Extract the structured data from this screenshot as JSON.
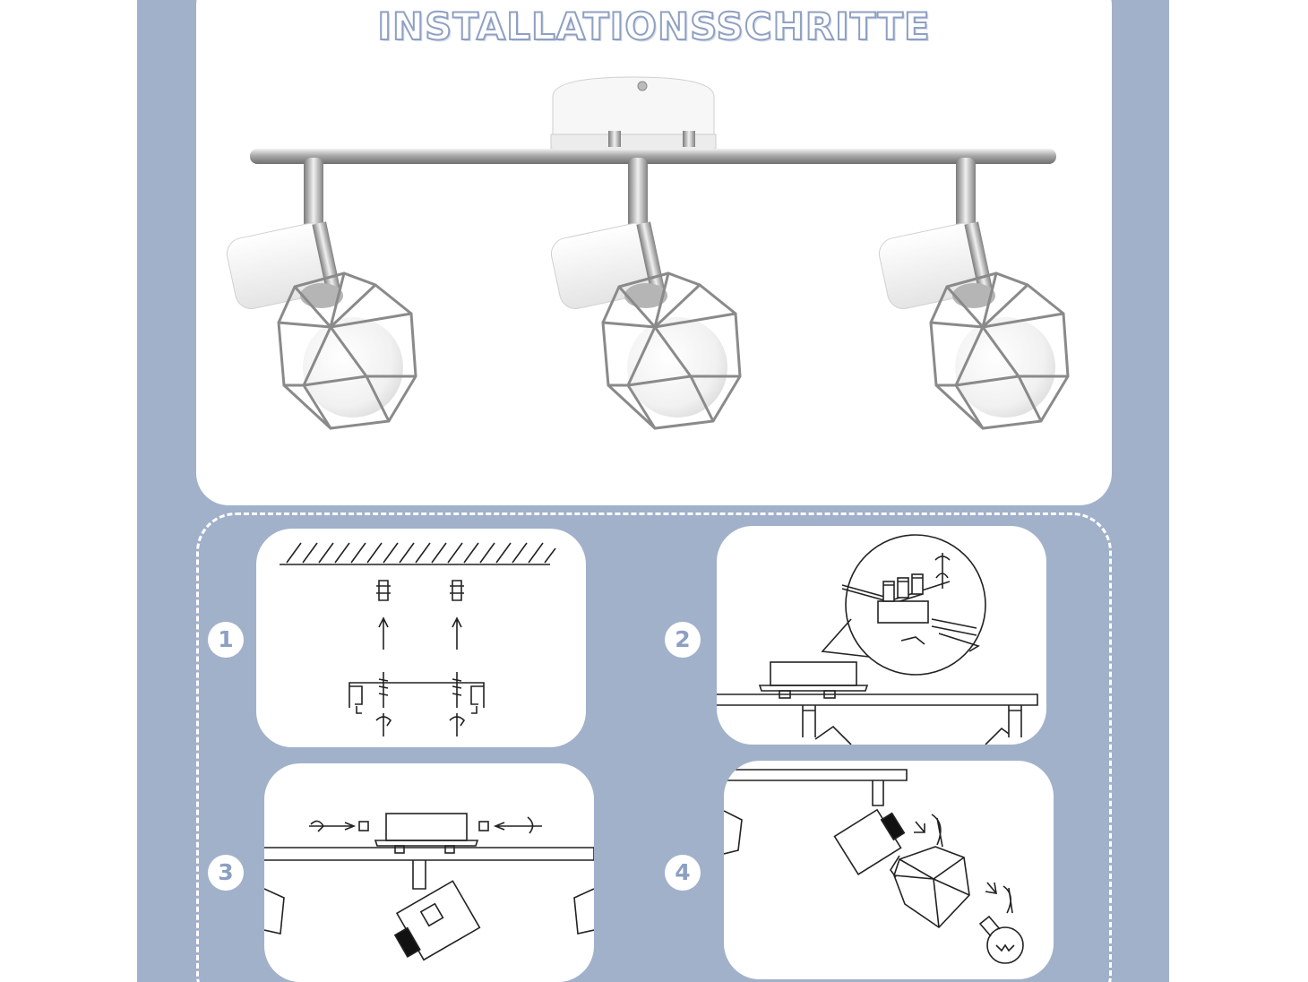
{
  "title": "INSTALLATIONSSCHRITTE",
  "steps": [
    {
      "number": "1",
      "illustration": "ceiling-mount-drill-icon"
    },
    {
      "number": "2",
      "illustration": "wire-connection-icon"
    },
    {
      "number": "3",
      "illustration": "screw-fixing-icon"
    },
    {
      "number": "4",
      "illustration": "bulb-cage-mount-icon"
    }
  ],
  "colors": {
    "background": "#a1b1ca",
    "panel": "#ffffff",
    "title_outline": "#8fa0c2",
    "badge_text": "#8da0c2",
    "line_art": "#222222"
  }
}
